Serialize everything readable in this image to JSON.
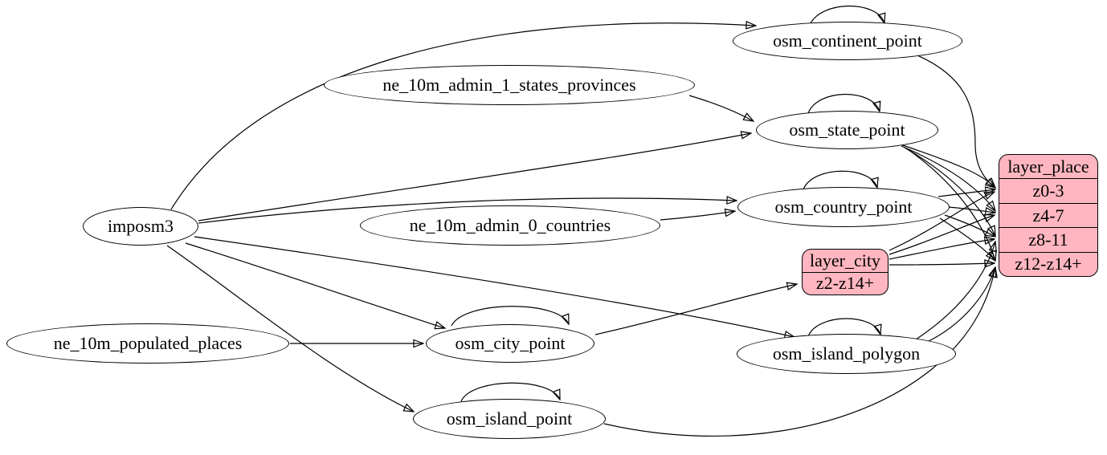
{
  "diagram": {
    "kind": "etl-graph",
    "colors": {
      "background": "#ffffff",
      "node_fill": "#ffffff",
      "record_fill": "#ffb6c1",
      "stroke": "#000000"
    }
  },
  "nodes": {
    "imposm3": {
      "label": "imposm3",
      "shape": "ellipse"
    },
    "ne_10m_admin_1_states_provinces": {
      "label": "ne_10m_admin_1_states_provinces",
      "shape": "ellipse"
    },
    "ne_10m_admin_0_countries": {
      "label": "ne_10m_admin_0_countries",
      "shape": "ellipse"
    },
    "ne_10m_populated_places": {
      "label": "ne_10m_populated_places",
      "shape": "ellipse"
    },
    "osm_continent_point": {
      "label": "osm_continent_point",
      "shape": "ellipse"
    },
    "osm_state_point": {
      "label": "osm_state_point",
      "shape": "ellipse"
    },
    "osm_country_point": {
      "label": "osm_country_point",
      "shape": "ellipse"
    },
    "osm_city_point": {
      "label": "osm_city_point",
      "shape": "ellipse"
    },
    "osm_island_polygon": {
      "label": "osm_island_polygon",
      "shape": "ellipse"
    },
    "osm_island_point": {
      "label": "osm_island_point",
      "shape": "ellipse"
    }
  },
  "records": {
    "layer_city": {
      "title": "layer_city",
      "rows": [
        "z2-z14+"
      ]
    },
    "layer_place": {
      "title": "layer_place",
      "rows": [
        "z0-3",
        "z4-7",
        "z8-11",
        "z12-z14+"
      ]
    }
  },
  "edges": [
    {
      "from": "imposm3",
      "to": "osm_continent_point"
    },
    {
      "from": "imposm3",
      "to": "osm_state_point"
    },
    {
      "from": "imposm3",
      "to": "osm_country_point"
    },
    {
      "from": "imposm3",
      "to": "osm_city_point"
    },
    {
      "from": "imposm3",
      "to": "osm_island_polygon"
    },
    {
      "from": "imposm3",
      "to": "osm_island_point"
    },
    {
      "from": "ne_10m_admin_1_states_provinces",
      "to": "osm_state_point"
    },
    {
      "from": "ne_10m_admin_0_countries",
      "to": "osm_country_point"
    },
    {
      "from": "ne_10m_populated_places",
      "to": "osm_city_point"
    },
    {
      "from": "osm_continent_point",
      "to": "osm_continent_point",
      "self": true
    },
    {
      "from": "osm_state_point",
      "to": "osm_state_point",
      "self": true
    },
    {
      "from": "osm_country_point",
      "to": "osm_country_point",
      "self": true
    },
    {
      "from": "osm_city_point",
      "to": "osm_city_point",
      "self": true
    },
    {
      "from": "osm_island_polygon",
      "to": "osm_island_polygon",
      "self": true
    },
    {
      "from": "osm_island_point",
      "to": "osm_island_point",
      "self": true
    },
    {
      "from": "osm_city_point",
      "to": "layer_city",
      "to_row": "z2-z14+"
    },
    {
      "from": "osm_continent_point",
      "to": "layer_place",
      "to_row": "z0-3"
    },
    {
      "from": "osm_state_point",
      "to": "layer_place",
      "to_row": "z0-3"
    },
    {
      "from": "osm_state_point",
      "to": "layer_place",
      "to_row": "z4-7"
    },
    {
      "from": "osm_state_point",
      "to": "layer_place",
      "to_row": "z8-11"
    },
    {
      "from": "osm_state_point",
      "to": "layer_place",
      "to_row": "z12-z14+"
    },
    {
      "from": "osm_country_point",
      "to": "layer_place",
      "to_row": "z0-3"
    },
    {
      "from": "osm_country_point",
      "to": "layer_place",
      "to_row": "z4-7"
    },
    {
      "from": "osm_country_point",
      "to": "layer_place",
      "to_row": "z8-11"
    },
    {
      "from": "osm_country_point",
      "to": "layer_place",
      "to_row": "z12-z14+"
    },
    {
      "from": "layer_city",
      "to": "layer_place",
      "to_row": "z0-3"
    },
    {
      "from": "layer_city",
      "to": "layer_place",
      "to_row": "z4-7"
    },
    {
      "from": "layer_city",
      "to": "layer_place",
      "to_row": "z8-11"
    },
    {
      "from": "layer_city",
      "to": "layer_place",
      "to_row": "z12-z14+"
    },
    {
      "from": "osm_island_polygon",
      "to": "layer_place",
      "to_row": "z8-11"
    },
    {
      "from": "osm_island_polygon",
      "to": "layer_place",
      "to_row": "z12-z14+"
    },
    {
      "from": "osm_island_point",
      "to": "layer_place",
      "to_row": "z12-z14+"
    }
  ]
}
